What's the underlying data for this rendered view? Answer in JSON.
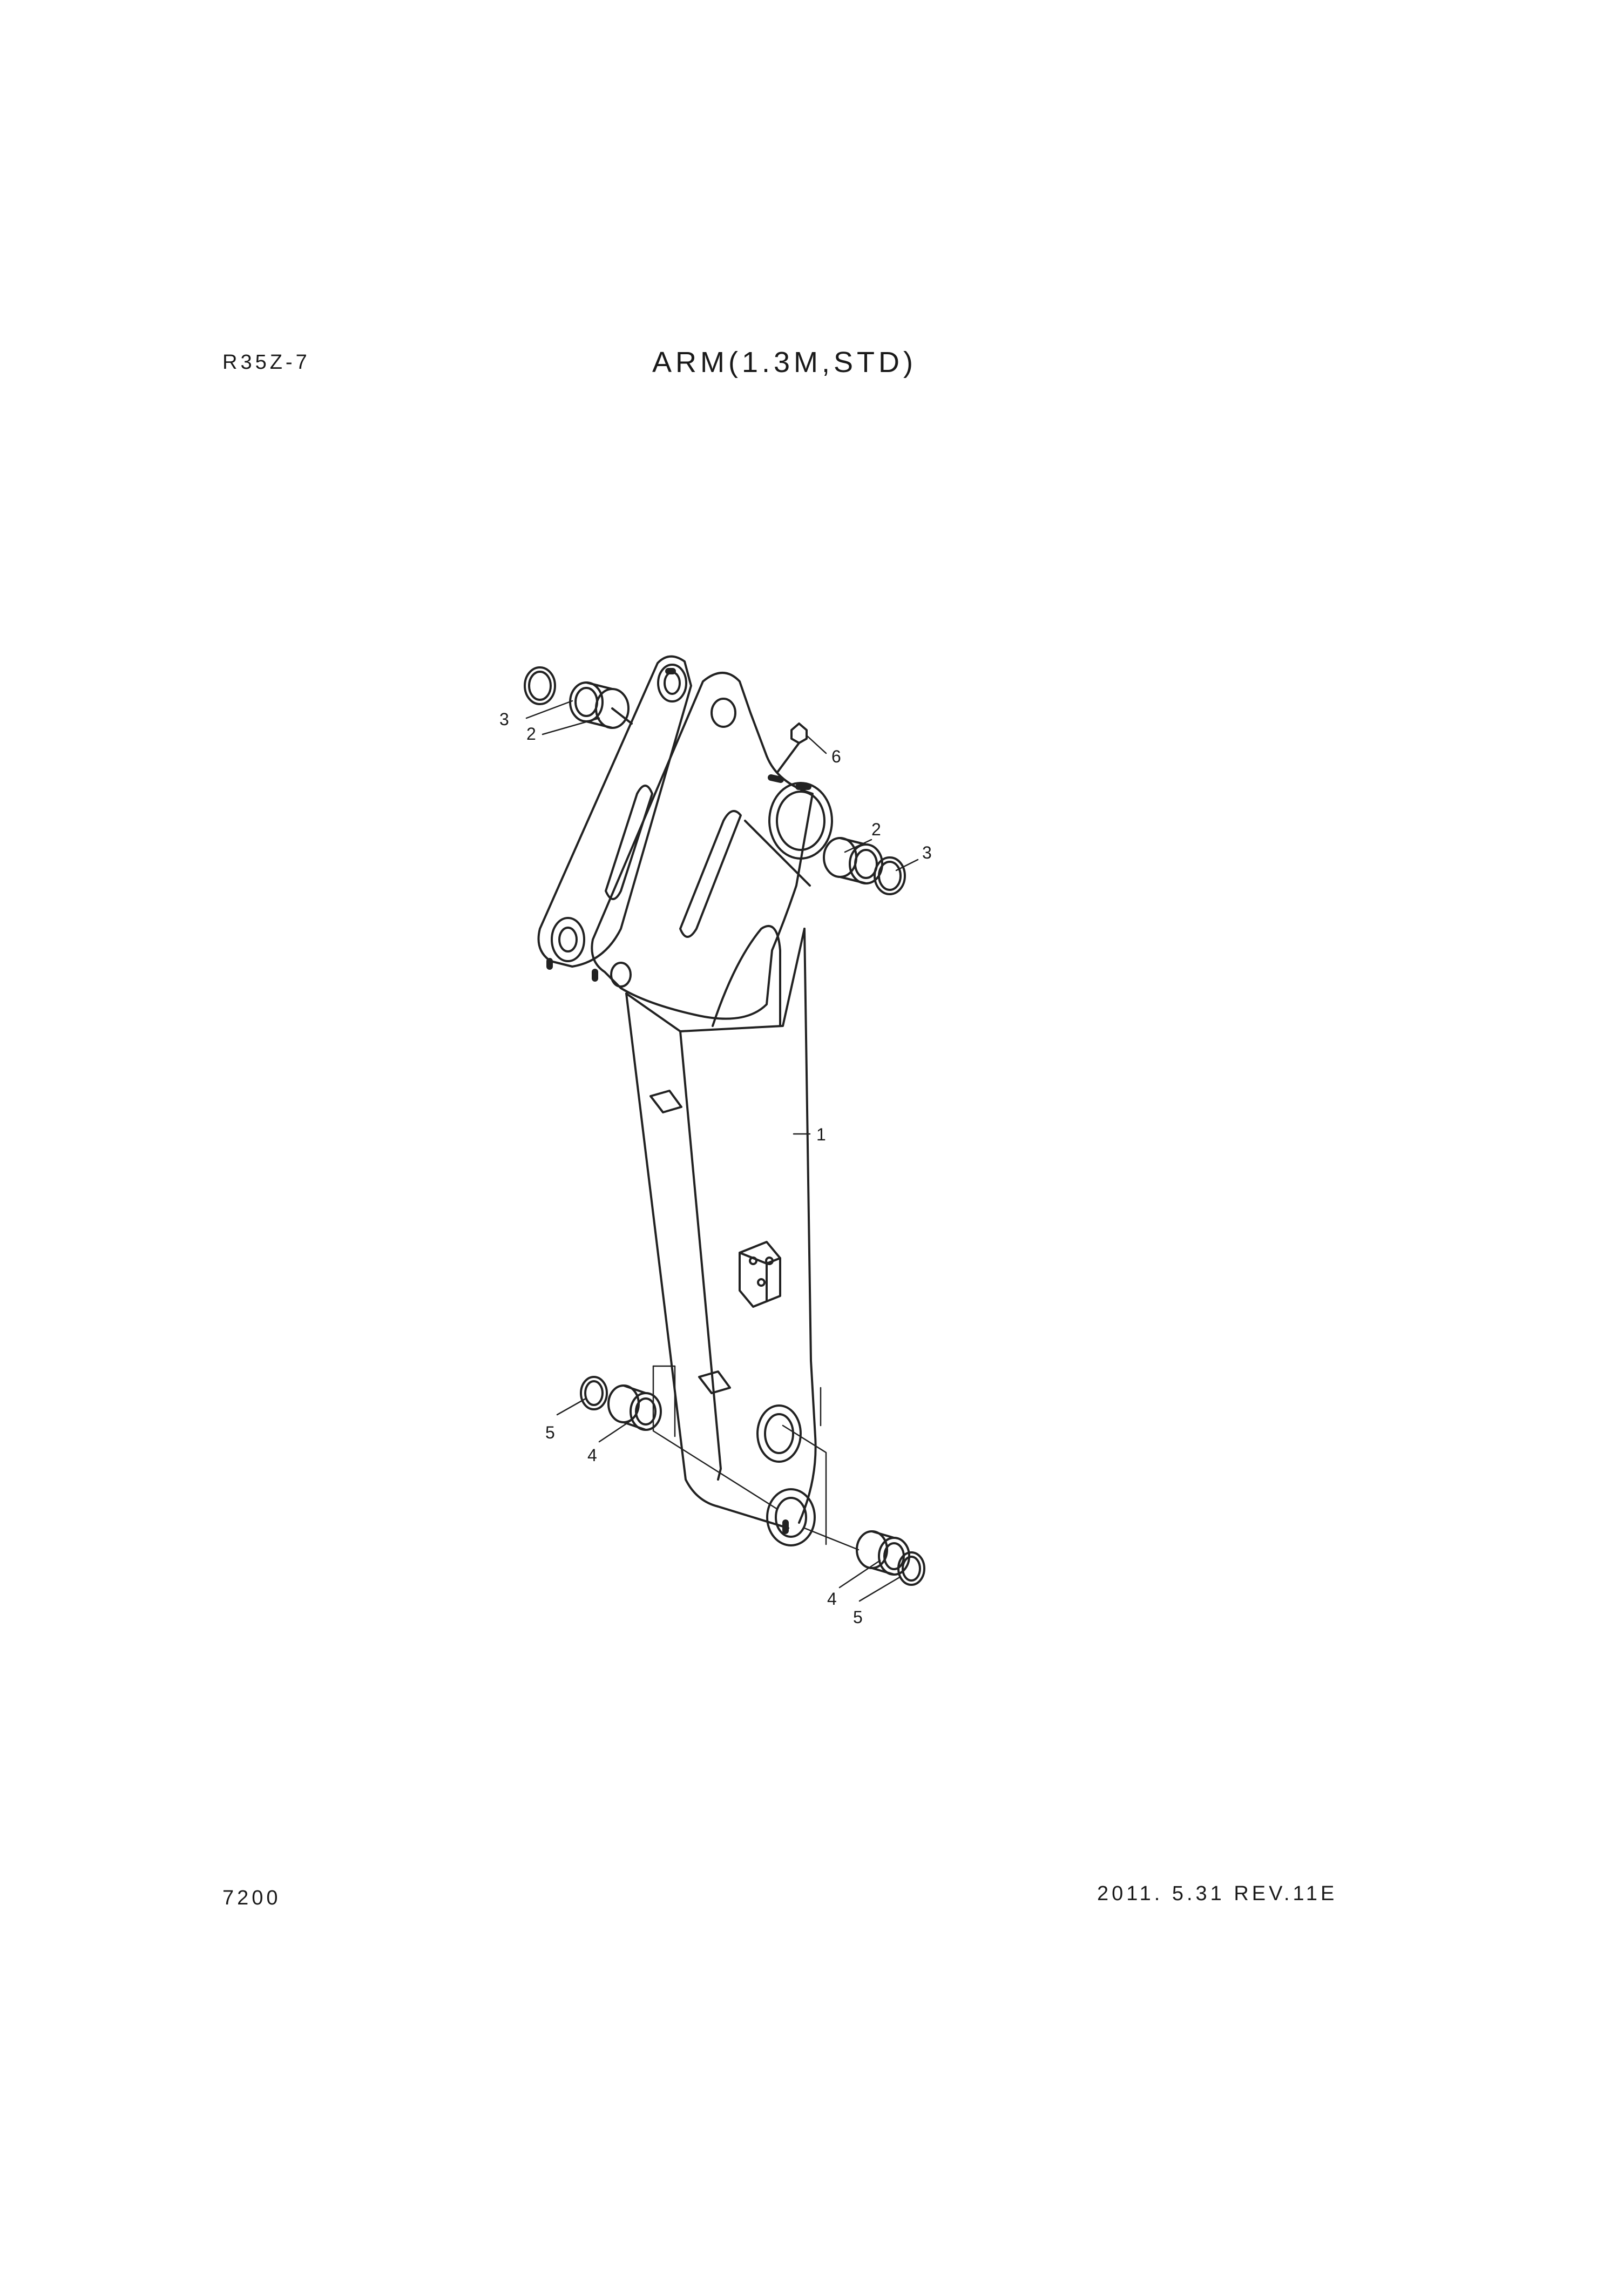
{
  "header": {
    "model": "R35Z-7",
    "title": "ARM(1.3M,STD)"
  },
  "footer": {
    "page_number": "7200",
    "revision": "2011. 5.31  REV.11E"
  },
  "callouts": [
    "1",
    "2",
    "3",
    "2",
    "3",
    "4",
    "5",
    "4",
    "5",
    "6"
  ]
}
